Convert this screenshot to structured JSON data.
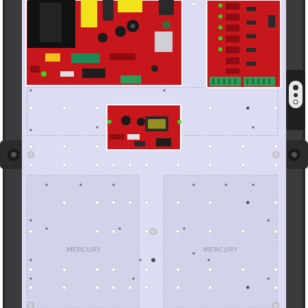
{
  "panel": {
    "colors": {
      "enclosure": "#3b3b3d",
      "backplate": "#dcdcf2",
      "zone_outline": "#b4b4c8",
      "pcb_red": "#c8171c",
      "pcb_dark": "#8f0d12",
      "capacitor_black": "#1b1b1b",
      "transformer_yellow": "#f2e21a",
      "terminal_green": "#2f9b5a",
      "led_green": "#39d41f"
    },
    "zones": [
      {
        "label": "MERCURY"
      },
      {
        "label": "MERCURY"
      }
    ],
    "boards": [
      {
        "kind": "power-supply-board"
      },
      {
        "kind": "relay-output-board"
      },
      {
        "kind": "small-control-board"
      }
    ],
    "icons": {
      "lock": "cam-lock-icon",
      "hinge": "hinge-icon",
      "mount_hole": "mounting-hole-icon"
    }
  }
}
